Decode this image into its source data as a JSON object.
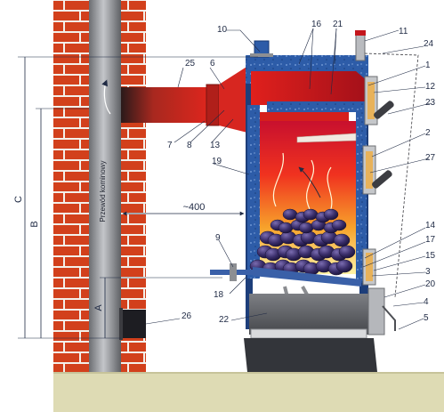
{
  "chimney_label": "Przewód kominowy",
  "distance_label": "~400",
  "dimensions": {
    "a": "A",
    "b": "B",
    "c": "C"
  },
  "callouts": [
    {
      "id": "c10",
      "text": "10"
    },
    {
      "id": "c16t",
      "text": "16"
    },
    {
      "id": "c21",
      "text": "21"
    },
    {
      "id": "c11",
      "text": "11"
    },
    {
      "id": "c24",
      "text": "24"
    },
    {
      "id": "c25",
      "text": "25"
    },
    {
      "id": "c6",
      "text": "6"
    },
    {
      "id": "c1",
      "text": "1"
    },
    {
      "id": "c12",
      "text": "12"
    },
    {
      "id": "c23",
      "text": "23"
    },
    {
      "id": "c7",
      "text": "7"
    },
    {
      "id": "c8",
      "text": "8"
    },
    {
      "id": "c13",
      "text": "13"
    },
    {
      "id": "c2",
      "text": "2"
    },
    {
      "id": "c19",
      "text": "19"
    },
    {
      "id": "c27",
      "text": "27"
    },
    {
      "id": "c14",
      "text": "14"
    },
    {
      "id": "c17",
      "text": "17"
    },
    {
      "id": "c15",
      "text": "15"
    },
    {
      "id": "c3",
      "text": "3"
    },
    {
      "id": "c9",
      "text": "9"
    },
    {
      "id": "c20",
      "text": "20"
    },
    {
      "id": "c4",
      "text": "4"
    },
    {
      "id": "c18",
      "text": "18"
    },
    {
      "id": "c5",
      "text": "5"
    },
    {
      "id": "c22",
      "text": "22"
    },
    {
      "id": "c26",
      "text": "26"
    }
  ],
  "colors": {
    "brick": "#d2401c",
    "mortar": "#f3f0ea",
    "pipe": "#8d8f93",
    "water_jacket": "#2d5ca8",
    "flue_gas": "#d61f1f",
    "fire_hot": "#f5a623",
    "coal": "#4a3a78",
    "floor": "#dedbb4",
    "label": "#1f2a44"
  }
}
